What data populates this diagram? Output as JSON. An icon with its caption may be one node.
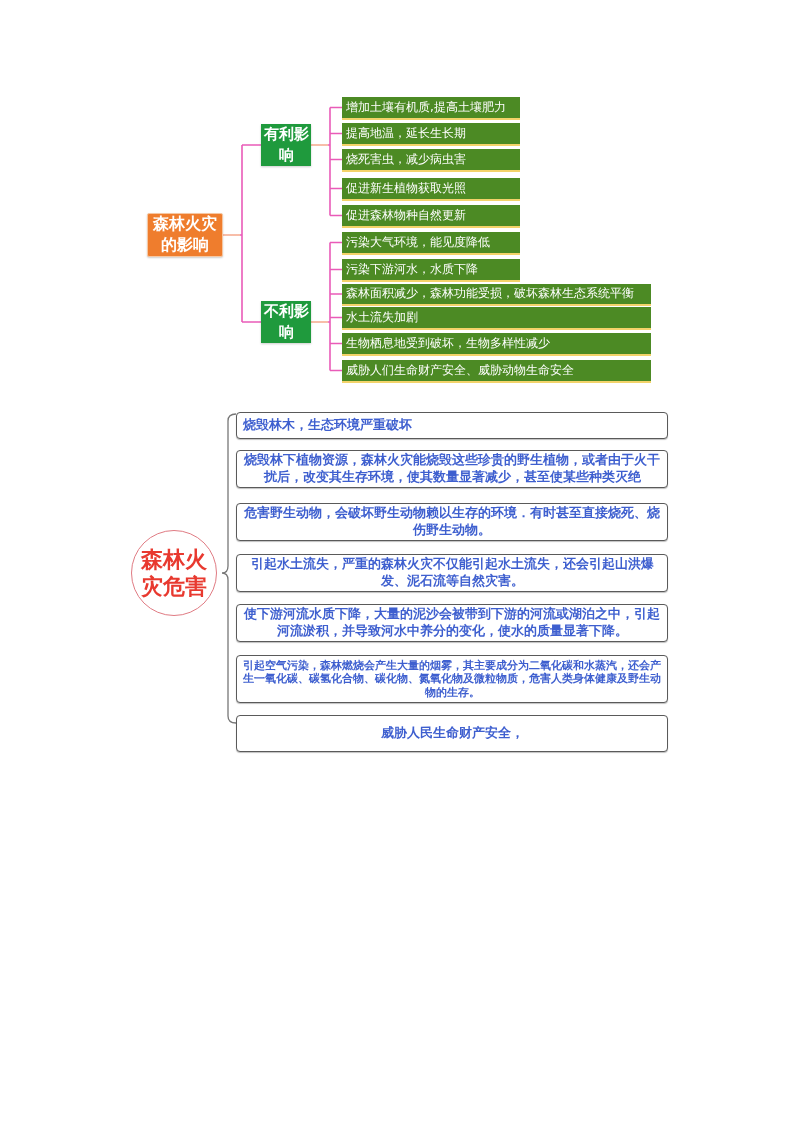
{
  "diagram": {
    "nodes": [
      {
        "text": [
          "森林火灾的影响"
        ]
      },
      {
        "text": [
          "有利影响"
        ]
      },
      {
        "text": [
          "不利影响"
        ]
      },
      {
        "text": [
          "增加土壤有机质,提高土壤肥力"
        ]
      },
      {
        "text": [
          "提高地温，延长生长期"
        ]
      },
      {
        "text": [
          "烧死害虫，减少病虫害"
        ]
      },
      {
        "text": [
          "促进新生植物获取光照"
        ]
      },
      {
        "text": [
          "促进森林物种自然更新"
        ]
      },
      {
        "text": [
          "污染大气环境，能见度降低"
        ]
      },
      {
        "text": [
          "污染下游河水，水质下降"
        ]
      },
      {
        "text": [
          "森林面积减少，森林功能受损，破坏森林生态系统平衡"
        ]
      },
      {
        "text": [
          "水土流失加剧"
        ]
      },
      {
        "text": [
          "生物栖息地受到破坏，生物多样性减少"
        ]
      },
      {
        "text": [
          "威胁人们生命财产安全、威胁动物生命安全"
        ]
      },
      {
        "text": [
          "森林火灾危害"
        ]
      },
      {
        "text": [
          "烧毁林木，生态环境严重破坏"
        ]
      },
      {
        "text": [
          "烧毁林下植物资源，森林火灾能烧毁这些珍贵的野生植物，或者由于火干扰后，改变其生存环境，使其数量显著减少，甚至使某些种类灭绝"
        ]
      },
      {
        "text": [
          "危害野生动物，会破坏野生动物赖以生存的环境．有时甚至直接烧死、烧伤野生动物。"
        ]
      },
      {
        "text": [
          "引起水土流失，严重的森林火灾不仅能引起水土流失，还会引起山洪爆发、泥石流等自然灾害。"
        ]
      },
      {
        "text": [
          "使下游河流水质下降，大量的泥沙会被带到下游的河流或湖泊之中，引起河流淤积，并导致河水中养分的变化，使水的质量显著下降。"
        ]
      },
      {
        "text": [
          "引起空气污染，森林燃烧会产生大量的烟雾，其主要成分为二氧化碳和水蒸汽，还会产生一氧化碳、碳氢化合物、碳化物、氮氧化物及微粒物质，危害人类身体健康及野生动物的生存。"
        ]
      },
      {
        "text": [
          "威胁人民生命财产安全，"
        ]
      }
    ],
    "edges": [
      {
        "from": 0,
        "to": 1,
        "arrow": "none"
      },
      {
        "from": 0,
        "to": 2,
        "arrow": "none"
      },
      {
        "from": 1,
        "to": 3,
        "arrow": "none"
      },
      {
        "from": 1,
        "to": 4,
        "arrow": "none"
      },
      {
        "from": 1,
        "to": 5,
        "arrow": "none"
      },
      {
        "from": 1,
        "to": 6,
        "arrow": "none"
      },
      {
        "from": 1,
        "to": 7,
        "arrow": "none"
      },
      {
        "from": 2,
        "to": 8,
        "arrow": "none"
      },
      {
        "from": 2,
        "to": 9,
        "arrow": "none"
      },
      {
        "from": 2,
        "to": 10,
        "arrow": "none"
      },
      {
        "from": 2,
        "to": 11,
        "arrow": "none"
      },
      {
        "from": 2,
        "to": 12,
        "arrow": "none"
      },
      {
        "from": 2,
        "to": 13,
        "arrow": "none"
      }
    ]
  }
}
